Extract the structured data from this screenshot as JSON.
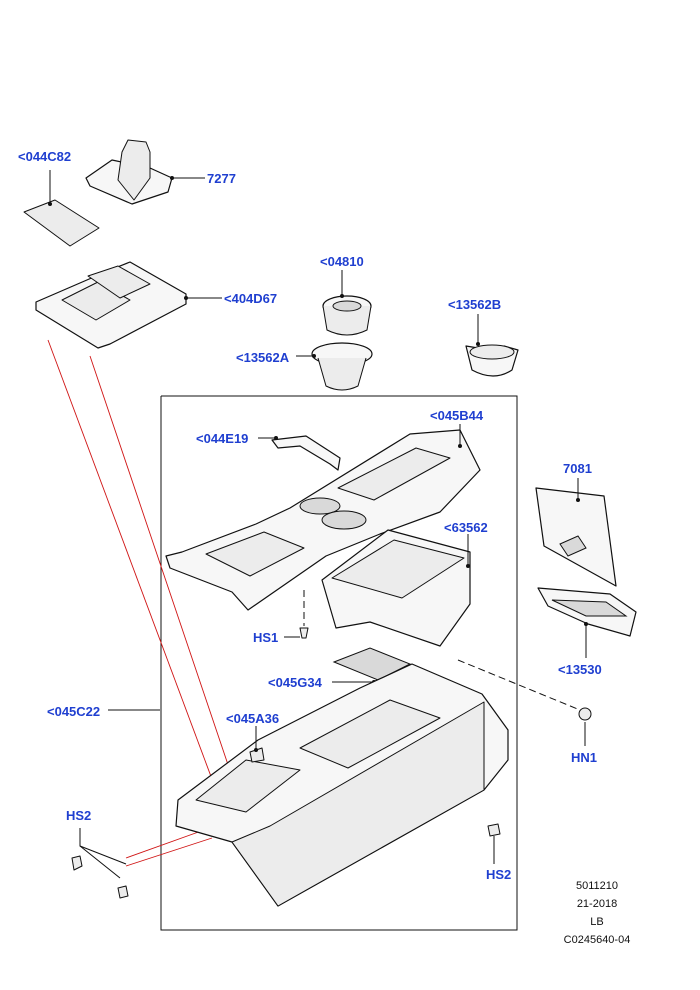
{
  "labels": {
    "p044C82": "<044C82",
    "p7277": "7277",
    "p404D67": "<404D67",
    "p04810": "<04810",
    "p13562A": "<13562A",
    "p13562B": "<13562B",
    "p044E19": "<044E19",
    "p045B44": "<045B44",
    "p7081": "7081",
    "p63562": "<63562",
    "pHS1": "HS1",
    "p13530": "<13530",
    "p045G34": "<045G34",
    "pHN1": "HN1",
    "p045C22": "<045C22",
    "p045A36": "<045A36",
    "pHS2a": "HS2",
    "pHS2b": "HS2"
  },
  "reference": {
    "line1": "5011210",
    "line2": "21-2018",
    "line3": "LB",
    "line4": "C0245640-04"
  },
  "colors": {
    "label": "#1f3fd0",
    "callout_line": "#d01515",
    "line": "#111111"
  }
}
